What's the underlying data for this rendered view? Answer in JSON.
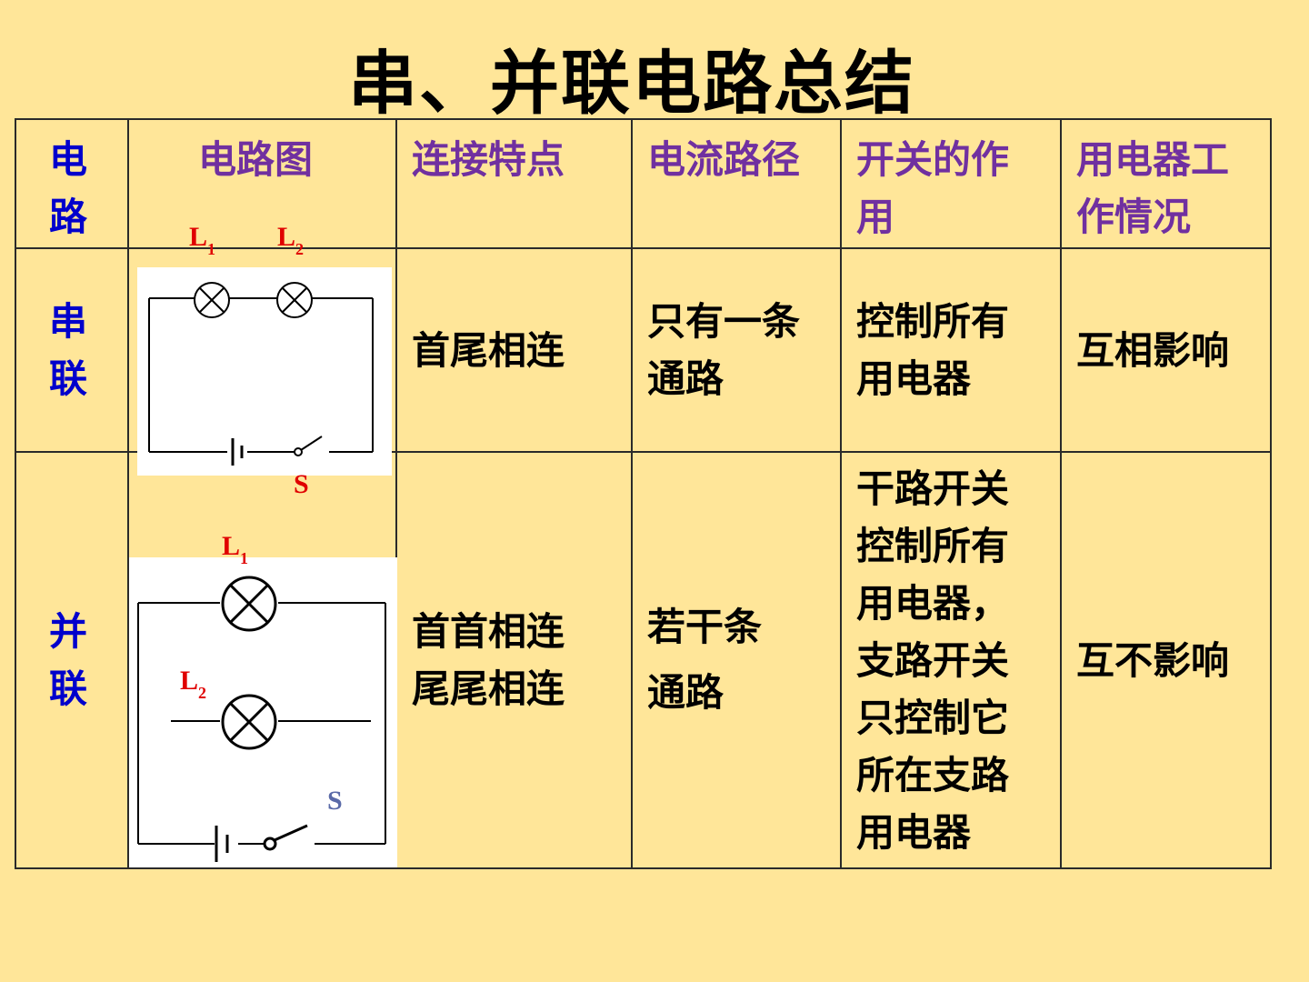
{
  "title": "串、并联电路总结",
  "headers": {
    "circuit": "电\n路",
    "diagram": "电路图",
    "connection": "连接特点",
    "current_path": "电流路径",
    "switch_role": "开关的作\n用",
    "appliance": "用电器工\n作情况"
  },
  "series": {
    "name": "串\n联",
    "connection": "首尾相连",
    "current_path": "只有一条\n通路",
    "switch_role": "控制所有\n用电器",
    "appliance": "互相影响",
    "labels": {
      "l1": "L",
      "l1_sub": "1",
      "l2": "L",
      "l2_sub": "2",
      "s": "S"
    }
  },
  "parallel": {
    "name": "并\n联",
    "connection": "首首相连\n尾尾相连",
    "current_path": "若干条\n通路",
    "switch_role": "干路开关\n控制所有\n用电器，\n支路开关\n只控制它\n所在支路\n用电器",
    "appliance": "互不影响",
    "labels": {
      "l1": "L",
      "l1_sub": "1",
      "l2": "L",
      "l2_sub": "2",
      "s": "S"
    }
  },
  "colors": {
    "background": "#FFE699",
    "column_header": "#7030A0",
    "row_header": "#0000CC",
    "diagram_label": "#E00000"
  }
}
